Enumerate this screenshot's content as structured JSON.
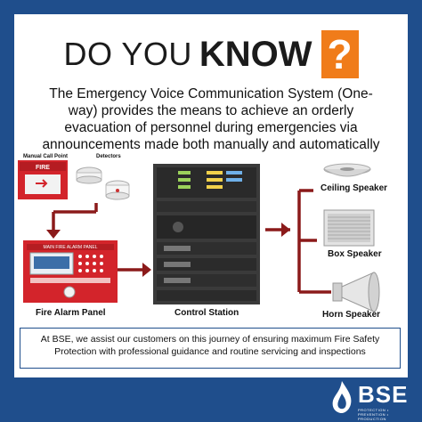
{
  "headline": {
    "prefix": "DO YOU",
    "emphasis": "KNOW",
    "mark": "?"
  },
  "intro_text": "The Emergency Voice Communication System (One-way) provides the means to achieve an orderly evacuation of personnel during emergencies via announcements made both manually and automatically",
  "devices": {
    "manual_call_point": {
      "caption": "Manual Call Point",
      "face_text": "FIRE"
    },
    "detectors": {
      "caption": "Detectors"
    },
    "fire_alarm_panel": {
      "caption": "Fire Alarm Panel",
      "header_text": "MAIN FIRE ALARM PANEL"
    },
    "control_station": {
      "caption": "Control Station"
    },
    "ceiling_speaker": {
      "caption": "Ceiling Speaker"
    },
    "box_speaker": {
      "caption": "Box Speaker"
    },
    "horn_speaker": {
      "caption": "Horn Speaker"
    }
  },
  "footer_text": "At BSE, we assist our customers on this journey of ensuring maximum Fire Safety Protection with professional guidance and routine servicing and inspections",
  "logo": {
    "brand": "BSE",
    "tagline": "PROTECTION • PREVENTION • PRODUCTION"
  },
  "colors": {
    "brand_blue": "#1f4e8c",
    "accent_orange": "#f07c1a",
    "connector_red": "#8b1a1a"
  }
}
